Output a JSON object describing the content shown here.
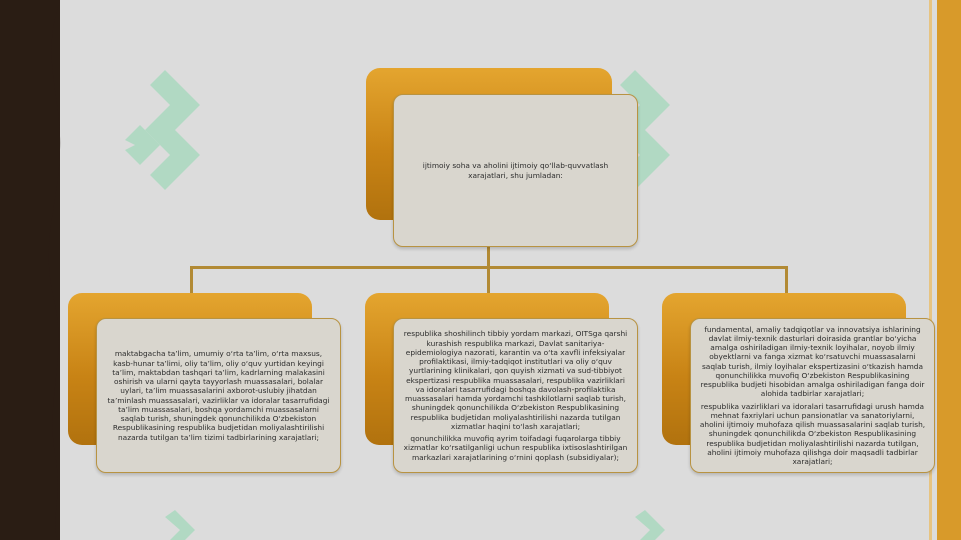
{
  "diagram": {
    "root": {
      "text": "ijtimoiy soha va aholini ijtimoiy qo‘llab-quvvatlash xarajatlari, shu jumladan:"
    },
    "children": [
      {
        "text": "maktabgacha ta’lim, umumiy o‘rta ta’lim, o‘rta maxsus, kasb-hunar ta’limi, oliy ta’lim, oliy o‘quv yurtidan keyingi ta’lim, maktabdan tashqari ta’lim, kadrlarning malakasini oshirish va ularni qayta tayyorlash muassasalari, bolalar uylari, ta’lim muassasalarini axborot-uslubiy jihatdan ta’minlash muassasalari, vazirliklar va idoralar tasarrufidagi ta’lim muassasalari, boshqa yordamchi muassasalarni saqlab turish, shuningdek qonunchilikda O‘zbekiston Respublikasining respublika budjetidan moliyalashtirilishi nazarda tutilgan ta’lim tizimi tadbirlarining xarajatlari;"
      },
      {
        "text_1": "respublika shoshilinch tibbiy yordam markazi, OITSga qarshi kurashish respublika markazi, Davlat sanitariya-epidemiologiya nazorati, karantin va o‘ta xavfli infeksiyalar profilaktikasi, ilmiy-tadqiqot institutlari va oliy o‘quv yurtlarining klinikalari, qon quyish xizmati va sud-tibbiyot ekspertizasi respublika muassasalari, respublika vazirliklari va idoralari tasarrufidagi boshqa davolash-profilaktika muassasalari hamda yordamchi tashkilotlarni saqlab turish, shuningdek qonunchilikda O‘zbekiston Respublikasining respublika budjetidan moliyalashtirilishi nazarda tutilgan xizmatlar haqini to‘lash xarajatlari;",
        "text_2": "qonunchilikka muvofiq ayrim toifadagi fuqarolarga tibbiy xizmatlar ko‘rsatilganligi uchun respublika ixtisoslashtirilgan markazlari xarajatlarining o‘rnini qoplash (subsidiyalar);"
      },
      {
        "text_1": "fundamental, amaliy tadqiqotlar va innovatsiya ishlarining davlat ilmiy-texnik dasturlari doirasida grantlar bo‘yicha amalga oshiriladigan ilmiy-texnik loyihalar, noyob ilmiy obyektlarni va fanga xizmat ko‘rsatuvchi muassasalarni saqlab turish, ilmiy loyihalar ekspertizasini o‘tkazish hamda qonunchilikka muvofiq O‘zbekiston Respublikasining respublika budjeti hisobidan amalga oshiriladigan fanga doir alohida tadbirlar xarajatlari;",
        "text_2": "respublika vazirliklari va idoralari tasarrufidagi urush hamda mehnat faxriylari uchun pansionatlar va sanatoriylarni, aholini ijtimoiy muhofaza qilish muassasalarini saqlab turish, shuningdek qonunchilikda O‘zbekiston Respublikasining respublika budjetidan moliyalashtirilishi nazarda tutilgan, aholini ijtimoiy muhofaza qilishga doir maqsadli tadbirlar xarajatlari;"
      }
    ]
  },
  "colors": {
    "accent": "#d89a2a",
    "dark_band": "#2a1d14",
    "connector": "#b28a34",
    "watermark": "#8fd8b0"
  },
  "watermark_icon": "bracket-logo"
}
